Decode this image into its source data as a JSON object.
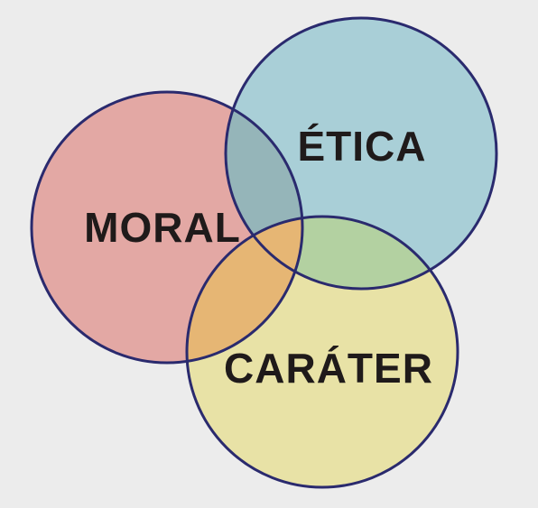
{
  "diagram": {
    "type": "venn",
    "circles": [
      {
        "id": "moral",
        "label": "MORAL",
        "fill": "#e3a8a4"
      },
      {
        "id": "etica",
        "label": "ÉTICA",
        "fill": "#a9cfd7"
      },
      {
        "id": "carater",
        "label": "CARÁTER",
        "fill": "#e8e2a6"
      }
    ],
    "overlaps": {
      "moral_etica": "#95b5b9",
      "etica_carater": "#b3d1a1",
      "moral_carater": "#e6b674"
    },
    "stroke_color": "#2a2a6e",
    "background": "#ececec"
  }
}
